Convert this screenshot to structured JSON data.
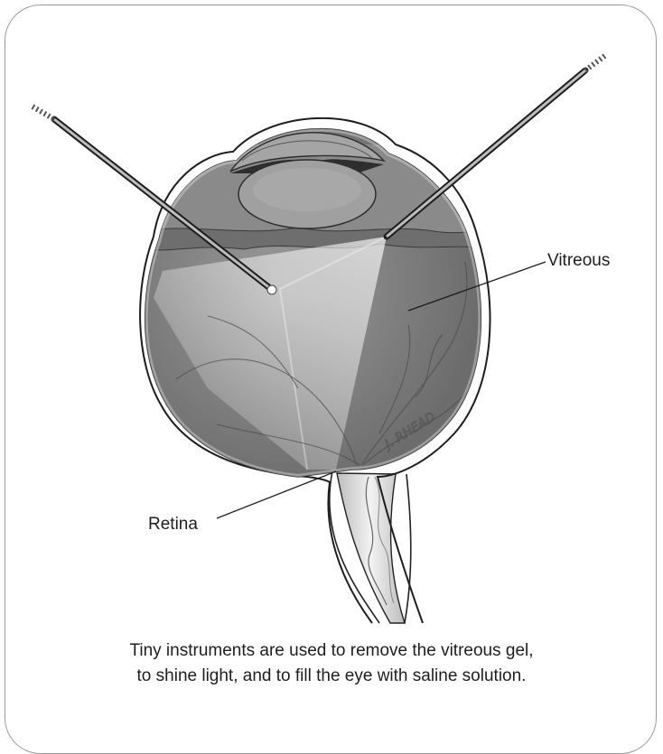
{
  "labels": {
    "vitreous": "Vitreous",
    "retina": "Retina"
  },
  "signature": "J. RHEAD",
  "caption": {
    "line1": "Tiny instruments are used to remove the vitreous gel,",
    "line2": "to shine light, and to fill the eye with saline solution."
  },
  "colors": {
    "eyeball": "#7a7a7a",
    "light_beam": "#ffffff",
    "outline": "#222222"
  }
}
